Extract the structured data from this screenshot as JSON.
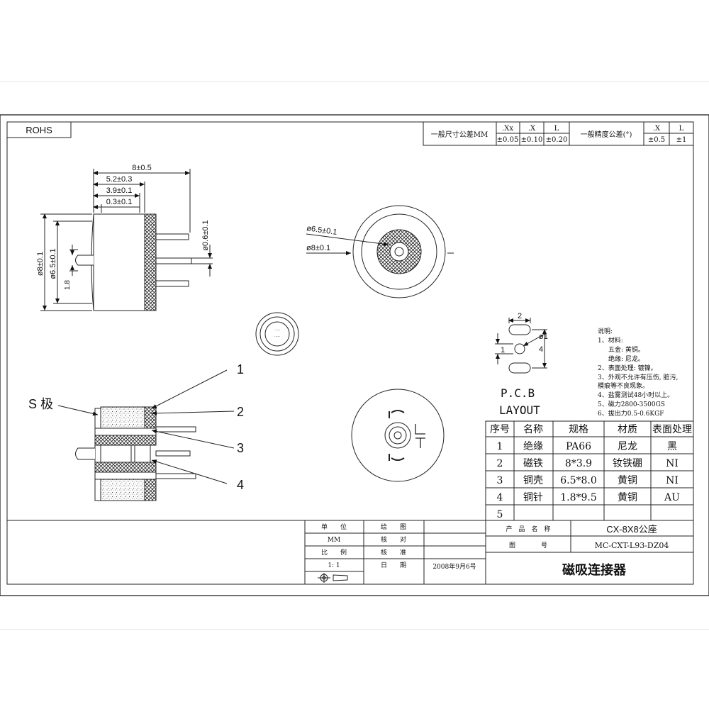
{
  "rohs": "ROHS",
  "tolerance": {
    "dim_label": "一般尺寸公差MM",
    "dim_heads": [
      ".Xx",
      ".X",
      "L"
    ],
    "dim_values": [
      "±0.05",
      "±0.10",
      "±0.20"
    ],
    "angle_label": "一般精度公差(°)",
    "angle_heads": [
      ".X",
      "L"
    ],
    "angle_values": [
      "±0.5",
      "±1"
    ]
  },
  "dims": {
    "overall_len": "8±0.5",
    "len_52": "5.2±0.3",
    "len_39": "3.9±0.1",
    "len_03": "0.3±0.1",
    "dia_8": "ø8±0.1",
    "dia_65": "ø6.5±0.1",
    "pin_len": "1.8",
    "pin_dia": "ø0.6±0.1",
    "front_dia_65": "ø6.5±0.1",
    "front_dia_8": "ø8±0.1"
  },
  "pcb": {
    "dim_w": "2",
    "dim_h": "1",
    "dim_d": "ø1",
    "dim_4": "4",
    "title1": "P.C.B",
    "title2": "LAYOUT"
  },
  "notes": [
    "说明:",
    "1、材料:",
    "五金: 黄铜。",
    "绝缘: 尼龙。",
    "2、表面处理: 镀镍。",
    "3、外观不允许有压伤, 脏污,",
    "模痕等不良现象。",
    "4、盐雾测试48小时以上。",
    "5、磁力2800-3500GS",
    "6、拔出力0.5-0.6KGF"
  ],
  "callouts": {
    "s_pole": "S 极",
    "n1": "1",
    "n2": "2",
    "n3": "3",
    "n4": "4"
  },
  "bom": {
    "headers": [
      "序号",
      "名称",
      "规格",
      "材质",
      "表面处理"
    ],
    "rows": [
      [
        "1",
        "绝缘",
        "PA66",
        "尼龙",
        "黑"
      ],
      [
        "2",
        "磁铁",
        "8*3.9",
        "钕铁硼",
        "NI"
      ],
      [
        "3",
        "铜壳",
        "6.5*8.0",
        "黄铜",
        "NI"
      ],
      [
        "4",
        "铜针",
        "1.8*9.5",
        "黄铜",
        "AU"
      ],
      [
        "5",
        "",
        "",
        "",
        ""
      ]
    ]
  },
  "title_block": {
    "unit_label": "单　　位",
    "unit_value": "MM",
    "scale_label": "比　　例",
    "scale_value": "1: 1",
    "draw_label": "绘　　图",
    "check_label": "核　　对",
    "approve_label": "核　　准",
    "date_label": "日　　期",
    "date_value": "2008年9月6号",
    "product_label": "产　品　名　称",
    "product_value": "CX-8X8公座",
    "drawing_label": "图　　　　号",
    "drawing_value": "MC-CXT-L93-DZ04",
    "title": "磁吸连接器"
  }
}
